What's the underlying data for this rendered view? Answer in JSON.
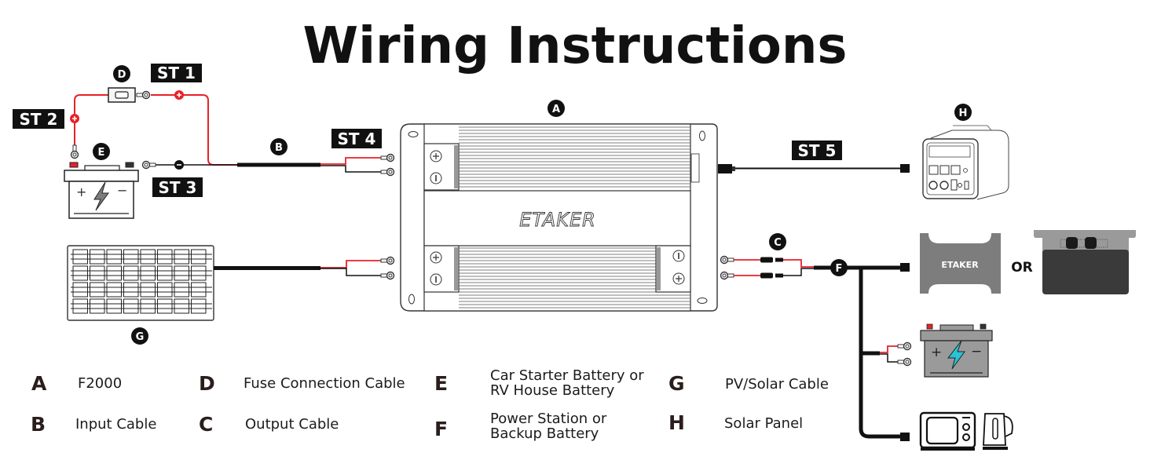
{
  "title": "Wiring Instructions",
  "step_tags": {
    "st1": "ST 1",
    "st2": "ST 2",
    "st3": "ST 3",
    "st4": "ST 4",
    "st5": "ST 5"
  },
  "badges": {
    "a": "A",
    "b": "B",
    "c": "C",
    "d": "D",
    "e": "E",
    "f": "F",
    "g": "G",
    "h": "H"
  },
  "device_brand": "ETAKER",
  "backup_battery_brand": "ETAKER",
  "or_label": "OR",
  "polarity": {
    "plus": "+",
    "minus": "−"
  },
  "legend": [
    {
      "letter": "A",
      "text": "F2000"
    },
    {
      "letter": "B",
      "text": "Input Cable"
    },
    {
      "letter": "D",
      "text": "Fuse Connection Cable"
    },
    {
      "letter": "C",
      "text": "Output Cable"
    },
    {
      "letter": "E",
      "text": "Car Starter Battery or RV House Battery",
      "line1": "Car Starter Battery or",
      "line2": "RV House Battery"
    },
    {
      "letter": "F",
      "text": "Power Station or Backup Battery",
      "line1": "Power Station or",
      "line2": "Backup Battery"
    },
    {
      "letter": "G",
      "text": "PV/Solar Cable"
    },
    {
      "letter": "H",
      "text": "Solar Panel"
    }
  ],
  "colors": {
    "positive_wire": "#e8212a",
    "negative_wire": "#111111",
    "tag_bg": "#111111",
    "device_gray": "#7a7a7a",
    "battery_gray": "#9a9a9a",
    "bolt_cyan": "#27c3d8"
  }
}
